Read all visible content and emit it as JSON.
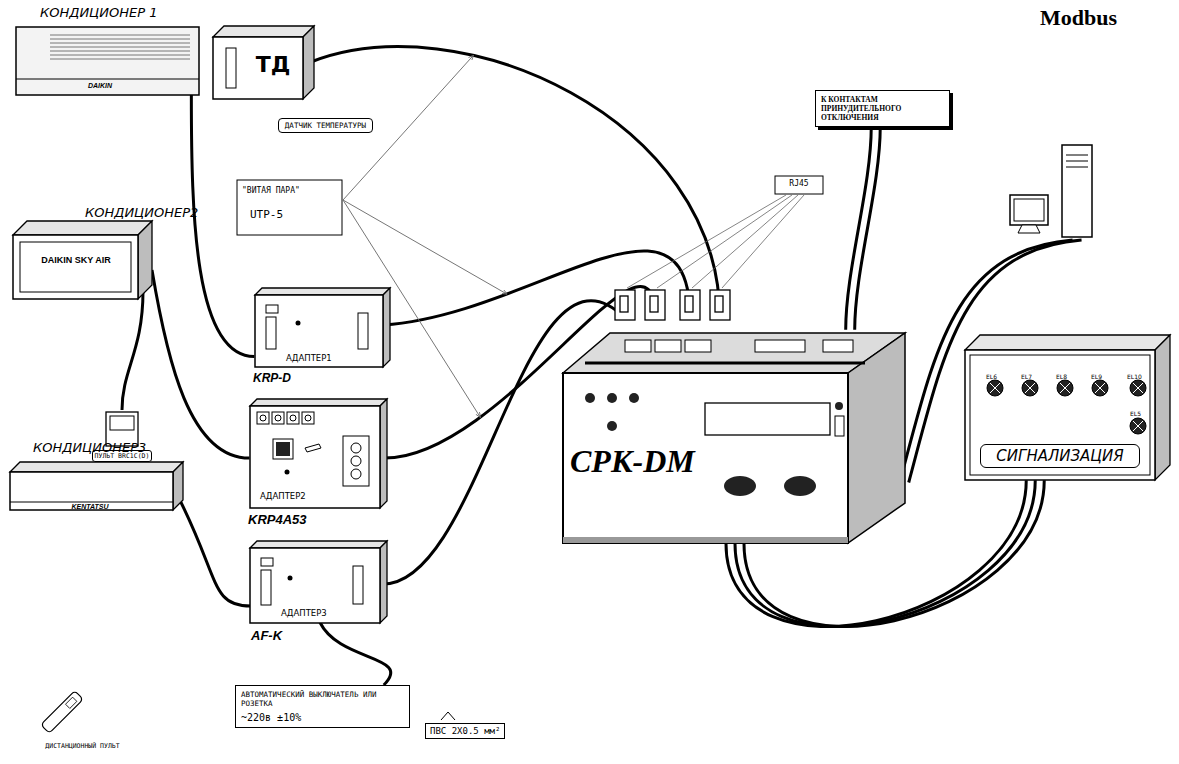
{
  "diagram": {
    "nodes": [
      {
        "text": [
          "КОНДИЦИОНЕР 1",
          "DAIKIN"
        ]
      },
      {
        "text": [
          "КОНДИЦИОНЕР2",
          "DAIKIN SKY AIR"
        ]
      },
      {
        "text": [
          "ПУЛЬТ BRC1C(D)"
        ]
      },
      {
        "text": [
          "КОНДИЦИОНЕР3",
          "KENTATSU"
        ]
      },
      {
        "text": [
          "ТД",
          "ДАТЧИК ТЕМПЕРАТУРЫ"
        ]
      },
      {
        "text": [
          "АДАПТЕР1",
          "KRP-D"
        ]
      },
      {
        "text": [
          "АДАПТЕР2",
          "KRP4A53"
        ]
      },
      {
        "text": [
          "АДАПТЕР3",
          "AF-K"
        ]
      },
      {
        "text": [
          "АВТОМАТИЧЕСКИЙ ВЫКЛЮЧАТЕЛЬ ИЛИ РОЗЕТКА",
          "~220в ±10%"
        ]
      },
      {
        "text": [
          "К КОНТАКТАМ ПРИНУДИТЕЛЬНОГО ОТКЛЮЧЕНИЯ"
        ]
      },
      {
        "text": [
          "Modbus"
        ]
      },
      {
        "text": [
          "СРК-DM"
        ]
      },
      {
        "text": [
          "СИГНАЛИЗАЦИЯ"
        ]
      }
    ],
    "edges": [
      {
        "from": 0,
        "to": 5,
        "arrow": "none"
      },
      {
        "from": 1,
        "to": 6,
        "arrow": "none"
      },
      {
        "from": 1,
        "to": 2,
        "arrow": "none"
      },
      {
        "from": 3,
        "to": 7,
        "arrow": "none"
      },
      {
        "from": 4,
        "to": 11,
        "arrow": "none"
      },
      {
        "from": 5,
        "to": 11,
        "arrow": "none"
      },
      {
        "from": 6,
        "to": 11,
        "arrow": "none"
      },
      {
        "from": 7,
        "to": 11,
        "arrow": "none"
      },
      {
        "from": 7,
        "to": 8,
        "label": "ПВС 2Х0.5 мм²",
        "arrow": "none"
      },
      {
        "from": 9,
        "to": 11,
        "arrow": "none"
      },
      {
        "from": 10,
        "to": 11,
        "arrow": "none"
      },
      {
        "from": 12,
        "to": 11,
        "arrow": "none"
      }
    ],
    "labels": [
      "\"ВИТАЯ ПАРА\"",
      "UTP-5",
      "RJ45",
      "ДИСТАНЦИОННЫЙ ПУЛЬТ",
      "EL6",
      "EL7",
      "EL8",
      "EL9",
      "EL10",
      "EL5"
    ]
  }
}
